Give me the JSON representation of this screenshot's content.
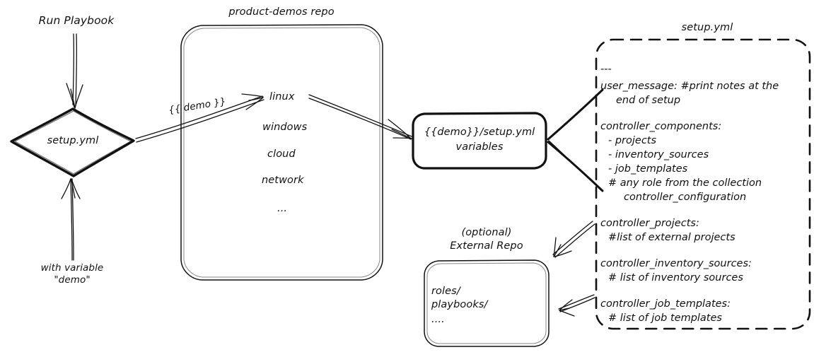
{
  "diagram": {
    "title": "product-demos setup.yml flow",
    "style": "hand-drawn sketch, black ink on white",
    "stroke_color": "#111111",
    "background_color": "#ffffff"
  },
  "labels": {
    "run_playbook": "Run Playbook",
    "with_variable": "with variable\n\"demo\"",
    "demo_var_arrow": "{{ demo }}",
    "product_demos_repo": "product-demos repo",
    "setup_yml_file": "setup.yml",
    "external_repo": "(optional)\nExternal Repo"
  },
  "nodes": {
    "entry_diamond": {
      "shape": "diamond",
      "label": "setup.yml"
    },
    "repo_box": {
      "shape": "rounded-rect",
      "title": "product-demos repo",
      "items": [
        "linux",
        "windows",
        "cloud",
        "network",
        "..."
      ]
    },
    "variables_box": {
      "shape": "rounded-rect-bold",
      "lines": [
        "{{demo}}/setup.yml",
        "variables"
      ]
    },
    "external_repo_box": {
      "shape": "rounded-rect",
      "title": "(optional)\nExternal Repo",
      "lines": [
        "roles/",
        "playbooks/",
        "...."
      ]
    },
    "setup_yml_box": {
      "shape": "rounded-rect-dashed",
      "title": "setup.yml",
      "blocks": [
        {
          "id": "doc-start",
          "lines": [
            {
              "text": "---",
              "indent": 0
            }
          ]
        },
        {
          "id": "user-message",
          "lines": [
            {
              "text": "user_message: #print notes at the",
              "indent": 0
            },
            {
              "text": "end of setup",
              "indent": 2
            }
          ]
        },
        {
          "id": "controller-components",
          "lines": [
            {
              "text": "controller_components:",
              "indent": 0
            },
            {
              "text": "- projects",
              "indent": 1
            },
            {
              "text": "- inventory_sources",
              "indent": 1
            },
            {
              "text": "- job_templates",
              "indent": 1
            },
            {
              "text": "# any role from the collection",
              "indent": 1
            },
            {
              "text": "controller_configuration",
              "indent": 3
            }
          ]
        },
        {
          "id": "controller-projects",
          "lines": [
            {
              "text": "controller_projects:",
              "indent": 0
            },
            {
              "text": "#list of external projects",
              "indent": 1
            }
          ]
        },
        {
          "id": "controller-inventory-sources",
          "lines": [
            {
              "text": "controller_inventory_sources:",
              "indent": 0
            },
            {
              "text": "# list of inventory sources",
              "indent": 1
            }
          ]
        },
        {
          "id": "controller-job-templates",
          "lines": [
            {
              "text": "controller_job_templates:",
              "indent": 0
            },
            {
              "text": "# list of job templates",
              "indent": 1
            }
          ]
        }
      ]
    }
  },
  "edges": [
    {
      "id": "run-playbook-to-diamond",
      "from": "Run Playbook",
      "to": "setup.yml diamond",
      "label": ""
    },
    {
      "id": "with-variable-to-diamond",
      "from": "with variable \"demo\"",
      "to": "setup.yml diamond",
      "label": ""
    },
    {
      "id": "diamond-to-linux",
      "from": "setup.yml diamond",
      "to": "linux",
      "label": "{{ demo }}"
    },
    {
      "id": "linux-to-variables",
      "from": "linux",
      "to": "{{demo}}/setup.yml variables",
      "label": ""
    },
    {
      "id": "setupyml-top-to-variables",
      "from": "setup.yml",
      "to": "{{demo}}/setup.yml variables",
      "label": ""
    },
    {
      "id": "setupyml-bottom-to-variables",
      "from": "setup.yml",
      "to": "{{demo}}/setup.yml variables",
      "label": ""
    },
    {
      "id": "controller-projects-to-external-repo",
      "from": "controller_projects",
      "to": "External Repo",
      "label": ""
    },
    {
      "id": "controller-job-templates-to-external-repo",
      "from": "controller_job_templates",
      "to": "External Repo",
      "label": ""
    }
  ]
}
